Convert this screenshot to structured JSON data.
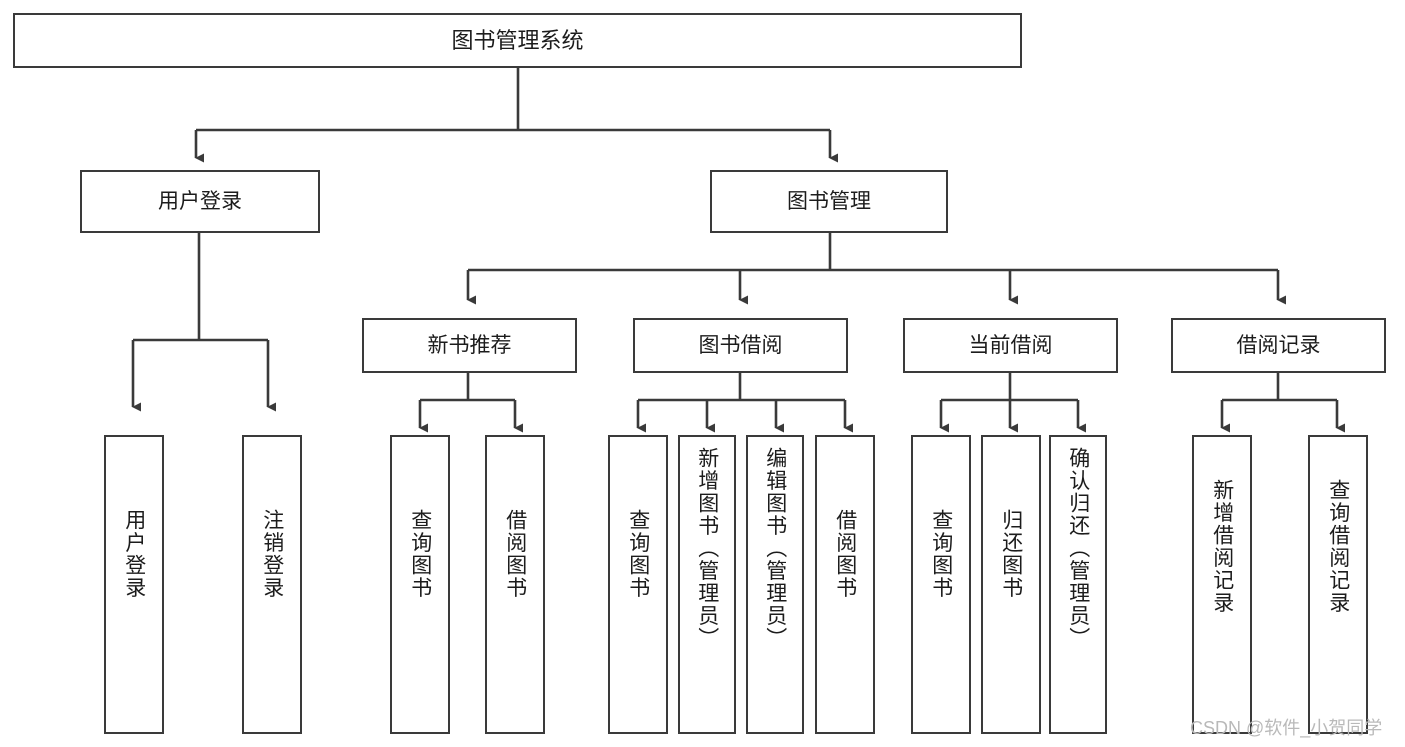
{
  "diagram": {
    "type": "tree-hierarchy",
    "title": "图书管理系统",
    "watermark": "CSDN @软件_小贺同学",
    "colors": {
      "box_border": "#3a3a3a",
      "box_fill": "#ffffff",
      "edge": "#3a3a3a",
      "text": "#1c1c1c",
      "watermark": "#b9b9b9"
    },
    "nodes": {
      "root": {
        "label": "图书管理系统"
      },
      "level2": [
        {
          "id": "user-login",
          "label": "用户登录"
        },
        {
          "id": "book-management",
          "label": "图书管理"
        }
      ],
      "level3": [
        {
          "id": "new-book-recommend",
          "label": "新书推荐"
        },
        {
          "id": "book-borrow",
          "label": "图书借阅"
        },
        {
          "id": "current-borrow",
          "label": "当前借阅"
        },
        {
          "id": "borrow-record",
          "label": "借阅记录"
        }
      ],
      "leaves": [
        {
          "id": "leaf-user-login",
          "label": "用户登录",
          "parent": "user-login"
        },
        {
          "id": "leaf-logout-login",
          "label": "注销登录",
          "parent": "user-login"
        },
        {
          "id": "leaf-query-book-1",
          "label": "查询图书",
          "parent": "new-book-recommend"
        },
        {
          "id": "leaf-borrow-book-1",
          "label": "借阅图书",
          "parent": "new-book-recommend"
        },
        {
          "id": "leaf-query-book-2",
          "label": "查询图书",
          "parent": "book-borrow"
        },
        {
          "id": "leaf-add-book",
          "label": "新增图书（管理员）",
          "parent": "book-borrow"
        },
        {
          "id": "leaf-edit-book",
          "label": "编辑图书（管理员）",
          "parent": "book-borrow"
        },
        {
          "id": "leaf-borrow-book-2",
          "label": "借阅图书",
          "parent": "book-borrow"
        },
        {
          "id": "leaf-query-book-3",
          "label": "查询图书",
          "parent": "current-borrow"
        },
        {
          "id": "leaf-return-book",
          "label": "归还图书",
          "parent": "current-borrow"
        },
        {
          "id": "leaf-confirm-return",
          "label": "确认归还（管理员）",
          "parent": "current-borrow"
        },
        {
          "id": "leaf-add-record",
          "label": "新增借阅记录",
          "parent": "borrow-record"
        },
        {
          "id": "leaf-query-record",
          "label": "查询借阅记录",
          "parent": "borrow-record"
        }
      ]
    }
  }
}
